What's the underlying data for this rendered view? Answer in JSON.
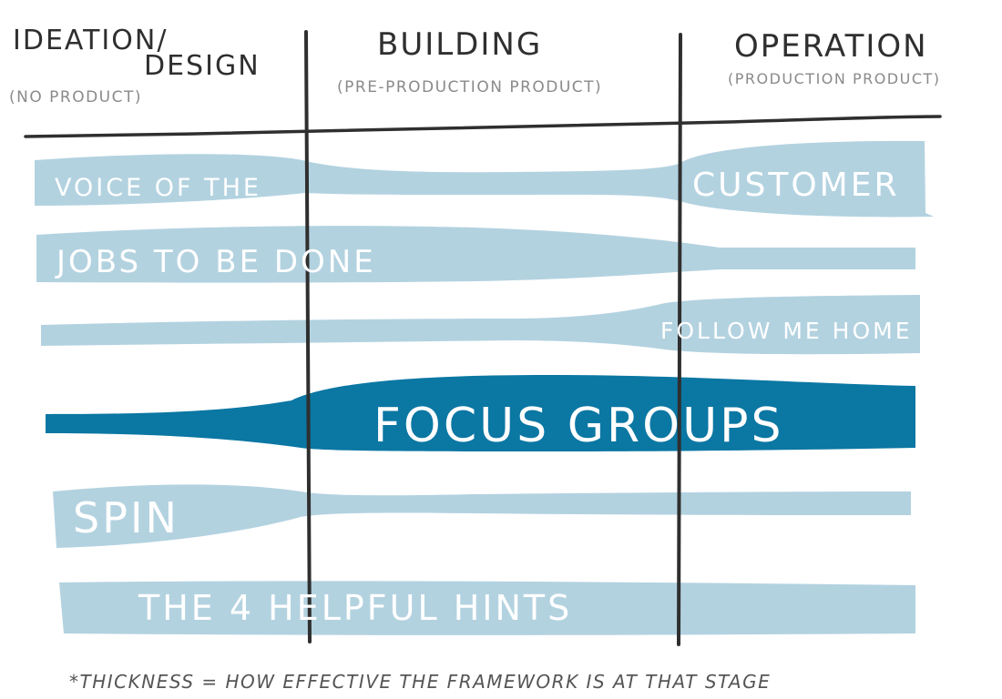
{
  "columns": [
    {
      "title_line1": "Ideation/",
      "title_line2": "Design",
      "subtitle": "(No Product)"
    },
    {
      "title": "Building",
      "subtitle": "(Pre-Production Product)"
    },
    {
      "title": "Operation",
      "subtitle": "(Production Product)"
    }
  ],
  "bands": [
    {
      "label_part1": "Voice of the",
      "label_part2": "Customer",
      "color": "#b3d2e0"
    },
    {
      "label": "Jobs to Be Done",
      "color": "#b3d2e0"
    },
    {
      "label": "Follow Me Home",
      "color": "#b3d2e0"
    },
    {
      "label": "Focus Groups",
      "color": "#0b77a3"
    },
    {
      "label": "Spin",
      "color": "#b3d2e0"
    },
    {
      "label": "The 4 Helpful Hints",
      "color": "#b3d2e0"
    }
  ],
  "footnote": "*Thickness = how effective the framework is at that stage",
  "colors": {
    "ink": "#2f2f2f",
    "light_band": "#b3d2e0",
    "dark_band": "#0b77a3"
  }
}
